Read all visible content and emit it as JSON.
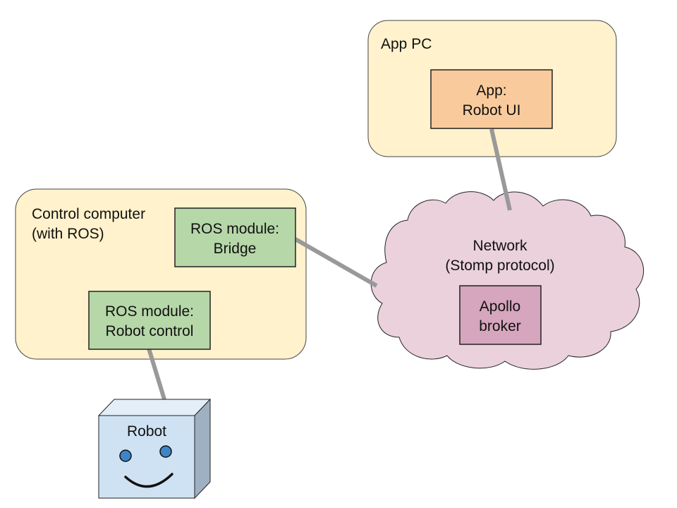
{
  "groups": {
    "app_pc": {
      "label": "App PC"
    },
    "control_computer": {
      "label_line1": "Control computer",
      "label_line2": "(with ROS)"
    }
  },
  "modules": {
    "app_robot_ui": {
      "line1": "App:",
      "line2": "Robot UI"
    },
    "ros_bridge": {
      "line1": "ROS module:",
      "line2": "Bridge"
    },
    "ros_robot_control": {
      "line1": "ROS module:",
      "line2": "Robot control"
    },
    "apollo_broker": {
      "line1": "Apollo",
      "line2": "broker"
    }
  },
  "network": {
    "line1": "Network",
    "line2": "(Stomp protocol)"
  },
  "robot": {
    "label": "Robot"
  },
  "colors": {
    "group_fill": "#fff2cc",
    "module_green": "#b6d7a8",
    "module_orange": "#f9cb9c",
    "module_pink": "#d5a6bd",
    "cloud_fill": "#ead1dc",
    "robot_front": "#cfe2f3",
    "robot_side": "#9fb0c2",
    "robot_eyes": "#3d85c6",
    "link": "#999999"
  }
}
